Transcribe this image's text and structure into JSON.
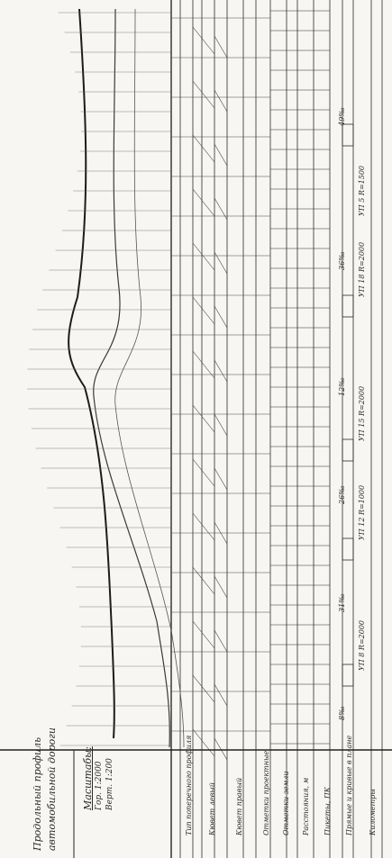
{
  "drawing": {
    "title_block": {
      "line1": "Продольный профиль",
      "line2": "автомобильной дороги",
      "scale_line1": "Масштабы:",
      "scale_line2": "Гор. 1:2000",
      "scale_line3": "Верт. 1:200"
    },
    "row_headers": [
      "Тип поперечного профиля",
      "Кювет левый",
      "Кювет правый",
      "Отметки проектные",
      "Отметки земли",
      "Расстояния, м",
      "Пикеты, ПК",
      "Прямые и кривые в плане",
      "Километры"
    ],
    "curve_labels": [
      {
        "text": "УП 18 R=2000"
      },
      {
        "text": "УП 15 R=2000"
      },
      {
        "text": "УП 12 R=1000"
      },
      {
        "text": "УП 8 R=2000"
      },
      {
        "text": "УП 5 R=1500"
      }
    ],
    "grade_labels": [
      "49‰",
      "36‰",
      "12‰",
      "26‰",
      "31‰",
      "8‰"
    ]
  }
}
